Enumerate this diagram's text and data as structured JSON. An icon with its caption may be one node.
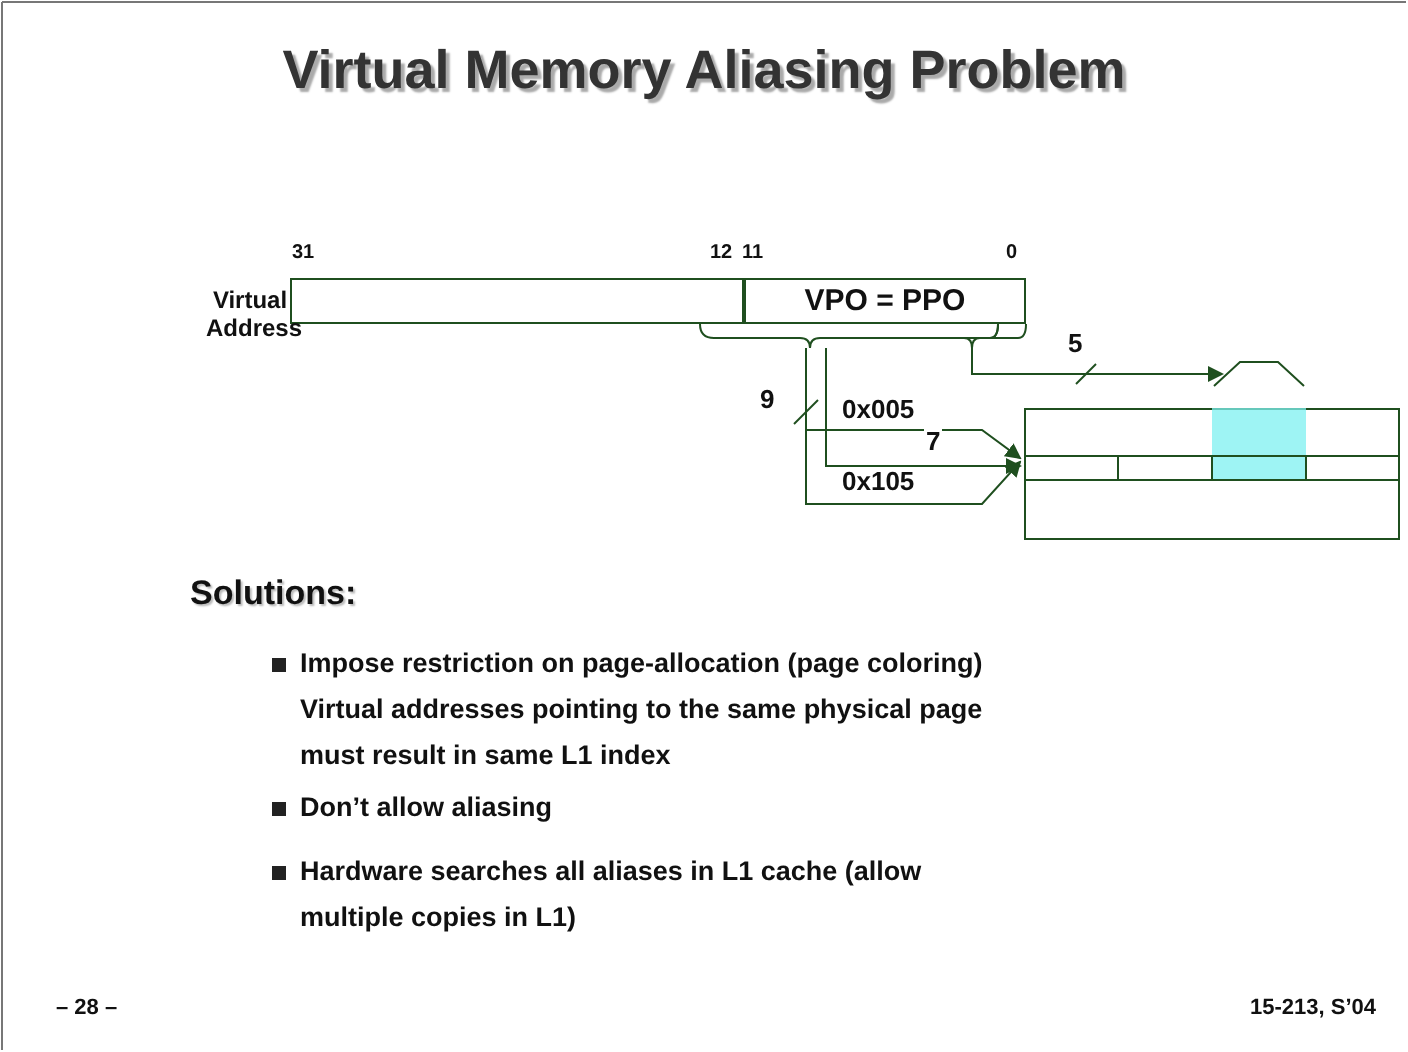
{
  "diagram": {
    "title": "Virtual Memory Aliasing Problem",
    "nodes": [
      {
        "text": [],
        "shape": "box",
        "beside": [
          "Virtual Address"
        ]
      },
      {
        "text": [
          "VPO = PPO"
        ]
      },
      {
        "text": [],
        "shape": "box"
      },
      {
        "text": [],
        "shape": "trapezoid"
      }
    ],
    "edges": [
      {
        "from": 1,
        "to": 2,
        "arrow": "to",
        "label": "0x005"
      },
      {
        "from": 1,
        "to": 2,
        "arrow": "to",
        "label": "0x105"
      },
      {
        "from": 1,
        "to": 2,
        "arrow": "to",
        "label": "7"
      },
      {
        "from": 1,
        "to": 3,
        "arrow": "to",
        "label": "5"
      }
    ],
    "labels": [
      "31",
      "12",
      "11",
      "0",
      "9",
      "Solutions:",
      "Impose restriction on page-allocation (page coloring) Virtual addresses pointing to the same physical page must result in same L1 index",
      "Don’t allow aliasing",
      "Hardware searches all aliases in L1 cache (allow multiple copies in L1)",
      "– 28 –",
      "15-213, S’04"
    ]
  }
}
